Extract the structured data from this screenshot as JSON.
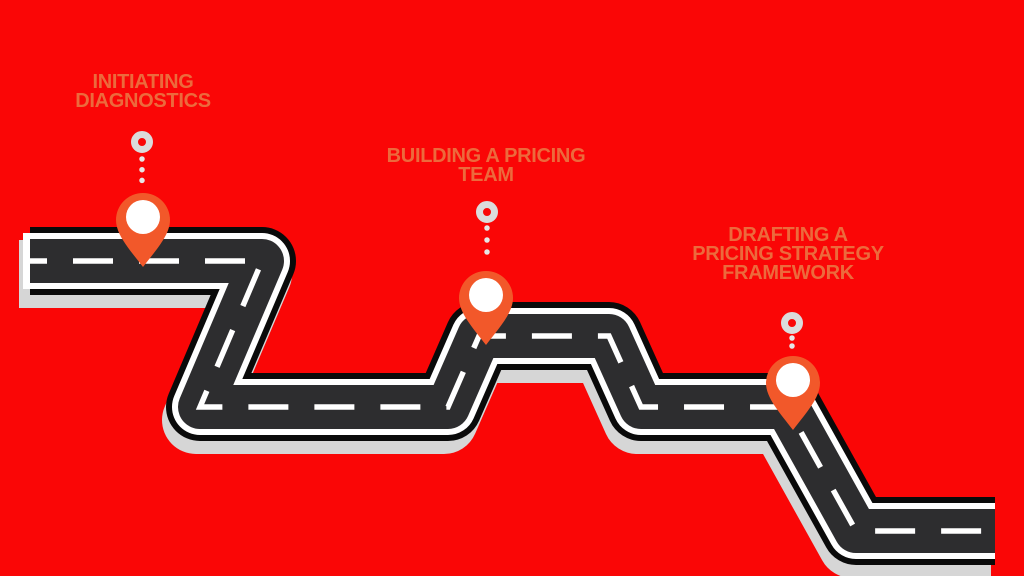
{
  "colors": {
    "background": "#FA0606",
    "label_text": "#EC6A3C",
    "pin": "#F2582A",
    "pin_inner": "#FFFFFF",
    "connector_ring": "#DBDBDB",
    "connector_dots": "#E6E6E6",
    "road_outline": "#0A0A0A",
    "road_surface": "#2D2D2F",
    "road_edge_line": "#FFFFFF",
    "road_center_line": "#FFFFFF",
    "road_shadow": "#D6D6D6"
  },
  "milestones": [
    {
      "label_lines": [
        "INITIATING",
        "DIAGNOSTICS"
      ],
      "icons": {
        "marker": "map-pin-icon",
        "origin": "ring-icon",
        "connector": "dotted-line"
      }
    },
    {
      "label_lines": [
        "BUILDING A PRICING",
        "TEAM"
      ],
      "icons": {
        "marker": "map-pin-icon",
        "origin": "ring-icon",
        "connector": "dotted-line"
      }
    },
    {
      "label_lines": [
        "DRAFTING A",
        "PRICING STRATEGY",
        "FRAMEWORK"
      ],
      "icons": {
        "marker": "map-pin-icon",
        "origin": "ring-icon",
        "connector": "dotted-line"
      }
    }
  ]
}
